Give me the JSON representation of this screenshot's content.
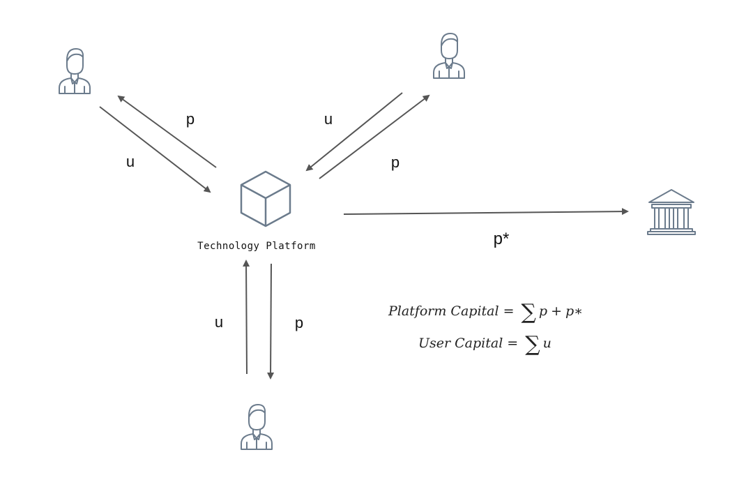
{
  "platform": {
    "label": "Technology Platform",
    "icon": "cube-icon"
  },
  "nodes": {
    "user_top_left": "user-icon",
    "user_top_right": "user-icon",
    "user_bottom": "user-icon",
    "institution": "bank-icon"
  },
  "edge_labels": {
    "top_left_out": "p",
    "top_left_in": "u",
    "top_right_in": "u",
    "top_right_out": "p",
    "bottom_in": "u",
    "bottom_out": "p",
    "institution": "p*"
  },
  "formulas": {
    "platform_capital": {
      "lhs": "Platform Capital",
      "equals": "=",
      "sum": "∑",
      "term": "p",
      "plus": "+",
      "extra": "p∗"
    },
    "user_capital": {
      "lhs": "User Capital",
      "equals": "=",
      "sum": "∑",
      "term": "u"
    }
  },
  "colors": {
    "icon": "#6b7b8c",
    "arrow": "#555555"
  }
}
